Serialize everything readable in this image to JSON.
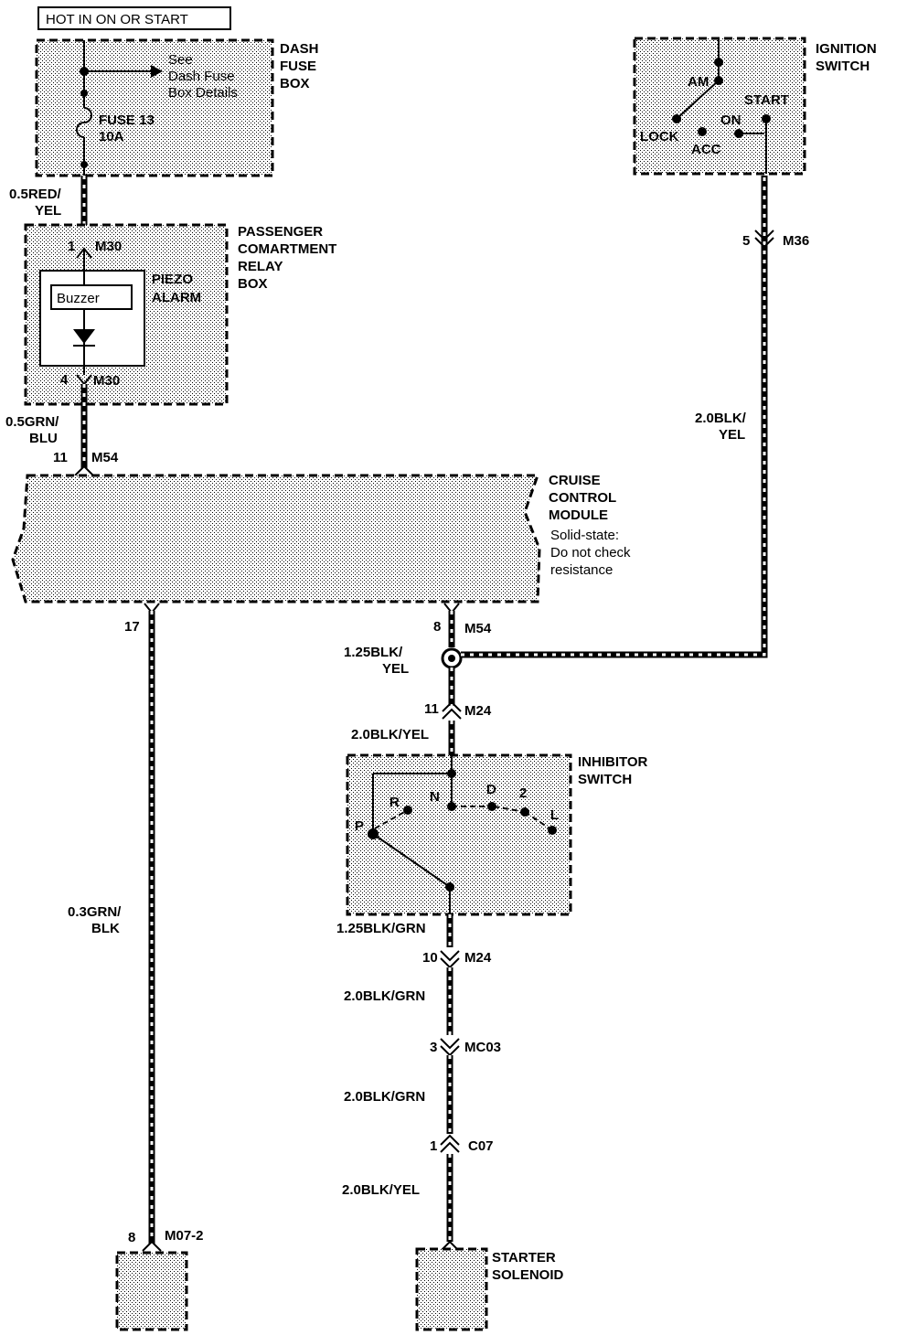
{
  "header": {
    "hot_label": "HOT IN ON OR START"
  },
  "dash_fuse_box": {
    "name_line1": "DASH",
    "name_line2": "FUSE",
    "name_line3": "BOX",
    "see_line1": "See",
    "see_line2": "Dash Fuse",
    "see_line3": "Box Details",
    "fuse_name": "FUSE 13",
    "fuse_rating": "10A"
  },
  "wires": {
    "red_yel_1": "0.5RED/",
    "red_yel_2": "YEL",
    "grn_blu_1": "0.5GRN/",
    "grn_blu_2": "BLU",
    "blk_yel_right_1": "2.0BLK/",
    "blk_yel_right_2": "YEL",
    "blk_yel_125_1": "1.25BLK/",
    "blk_yel_125_2": "YEL",
    "blk_yel_20": "2.0BLK/YEL",
    "blk_grn_125": "1.25BLK/GRN",
    "blk_grn_20_a": "2.0BLK/GRN",
    "blk_grn_20_b": "2.0BLK/GRN",
    "blk_yel_20_bottom": "2.0BLK/YEL",
    "grn_blk_1": "0.3GRN/",
    "grn_blk_2": "BLK"
  },
  "relay_box": {
    "name_line1": "PASSENGER",
    "name_line2": "COMARTMENT",
    "name_line3": "RELAY",
    "name_line4": "BOX",
    "alarm_line1": "PIEZO",
    "alarm_line2": "ALARM",
    "buzzer": "Buzzer",
    "pin_top": "1",
    "conn_top": "M30",
    "pin_bottom": "4",
    "conn_bottom": "M30"
  },
  "ignition_switch": {
    "name_line1": "IGNITION",
    "name_line2": "SWITCH",
    "am": "AM",
    "start": "START",
    "on": "ON",
    "lock": "LOCK",
    "acc": "ACC",
    "pin": "5",
    "conn": "M36"
  },
  "cruise_module": {
    "name_line1": "CRUISE",
    "name_line2": "CONTROL",
    "name_line3": "MODULE",
    "note_line1": "Solid-state:",
    "note_line2": "Do not check",
    "note_line3": "resistance",
    "pin_top": "11",
    "conn_top": "M54",
    "pin_left": "17",
    "pin_right": "8",
    "conn_right": "M54"
  },
  "connectors": {
    "m24_top_pin": "11",
    "m24_top": "M24",
    "m24_bottom_pin": "10",
    "m24_bottom": "M24",
    "mc03_pin": "3",
    "mc03": "MC03",
    "c07_pin": "1",
    "c07": "C07",
    "m072_pin": "8",
    "m072": "M07-2"
  },
  "inhibitor_switch": {
    "name_line1": "INHIBITOR",
    "name_line2": "SWITCH",
    "r": "R",
    "n": "N",
    "d": "D",
    "two": "2",
    "l": "L",
    "p": "P"
  },
  "starter": {
    "name_line1": "STARTER",
    "name_line2": "SOLENOID"
  }
}
